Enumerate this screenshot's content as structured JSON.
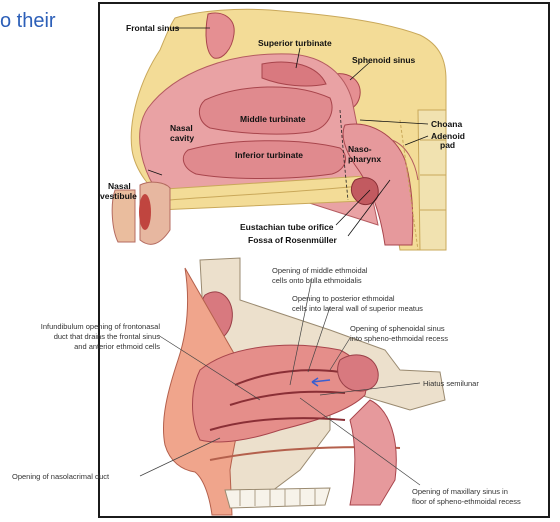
{
  "partial_text": "o their",
  "top_figure": {
    "labels": {
      "frontal_sinus": "Frontal sinus",
      "superior_turbinate": "Superior turbinate",
      "sphenoid_sinus": "Sphenoid sinus",
      "middle_turbinate": "Middle turbinate",
      "nasal_cavity_1": "Nasal",
      "nasal_cavity_2": "cavity",
      "choana": "Choana",
      "adenoid_1": "Adenoid",
      "adenoid_2": "pad",
      "inferior_turbinate": "Inferior turbinate",
      "nasopharynx_1": "Naso-",
      "nasopharynx_2": "pharynx",
      "nasal_vestibule_1": "Nasal",
      "nasal_vestibule_2": "vestibule",
      "eustachian": "Eustachian tube orifice",
      "fossa": "Fossa of Rosenmüller"
    }
  },
  "bottom_figure": {
    "labels": {
      "middle_ethmoidal_1": "Opening of middle ethmoidal",
      "middle_ethmoidal_2": "cells onto bulla ethmoidalis",
      "posterior_ethmoidal_1": "Opening to posterior ethmoidal",
      "posterior_ethmoidal_2": "cells into lateral wall of superior meatus",
      "infundibulum_1": "Infundibulum opening of frontonasal",
      "infundibulum_2": "duct that drains the frontal sinus",
      "infundibulum_3": "and anterior ethmoid cells",
      "sphenoidal_1": "Opening of sphenoidal sinus",
      "sphenoidal_2": "into spheno-ethmoidal recess",
      "hiatus": "Hiatus semilunar",
      "nasolacrimal": "Opening of nasolacrimal duct",
      "maxillary_1": "Opening of maxillary sinus in",
      "maxillary_2": "floor of spheno-ethmoidal recess"
    }
  }
}
